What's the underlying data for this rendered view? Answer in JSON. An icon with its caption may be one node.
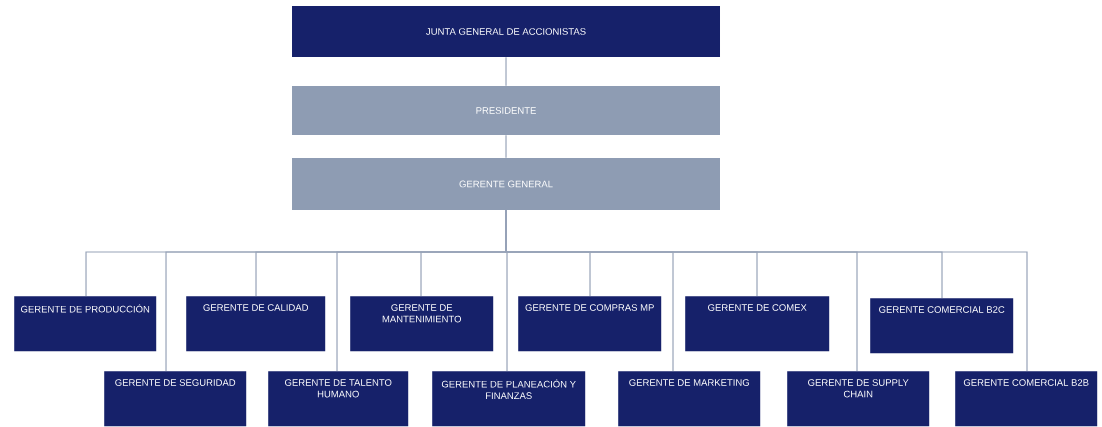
{
  "diagram": {
    "nodes": [
      {
        "text": [
          "JUNTA GENERAL DE ACCIONISTAS"
        ]
      },
      {
        "text": [
          "PRESIDENTE"
        ]
      },
      {
        "text": [
          "GERENTE GENERAL"
        ]
      },
      {
        "text": [
          "GERENTE DE PRODUCCIÓN"
        ]
      },
      {
        "text": [
          "GERENTE DE SEGURIDAD"
        ]
      },
      {
        "text": [
          "GERENTE DE CALIDAD"
        ]
      },
      {
        "text": [
          "GERENTE DE TALENTO HUMANO"
        ]
      },
      {
        "text": [
          "GERENTE DE MANTENIMIENTO"
        ]
      },
      {
        "text": [
          "GERENTE DE PLANEACIÓN Y FINANZAS"
        ]
      },
      {
        "text": [
          "GERENTE DE COMPRAS MP"
        ]
      },
      {
        "text": [
          "GERENTE DE MARKETING"
        ]
      },
      {
        "text": [
          "GERENTE DE COMEX"
        ]
      },
      {
        "text": [
          "GERENTE DE SUPPLY CHAIN"
        ]
      },
      {
        "text": [
          "GERENTE COMERCIAL B2C"
        ]
      },
      {
        "text": [
          "GERENTE COMERCIAL B2B"
        ]
      }
    ],
    "edges": [
      {
        "from": 0,
        "to": 1,
        "arrow": "none"
      },
      {
        "from": 1,
        "to": 2,
        "arrow": "none"
      },
      {
        "from": 2,
        "to": 3,
        "arrow": "none"
      },
      {
        "from": 2,
        "to": 4,
        "arrow": "none"
      },
      {
        "from": 2,
        "to": 5,
        "arrow": "none"
      },
      {
        "from": 2,
        "to": 6,
        "arrow": "none"
      },
      {
        "from": 2,
        "to": 7,
        "arrow": "none"
      },
      {
        "from": 2,
        "to": 8,
        "arrow": "none"
      },
      {
        "from": 2,
        "to": 9,
        "arrow": "none"
      },
      {
        "from": 2,
        "to": 10,
        "arrow": "none"
      },
      {
        "from": 2,
        "to": 11,
        "arrow": "none"
      },
      {
        "from": 2,
        "to": 12,
        "arrow": "none"
      },
      {
        "from": 2,
        "to": 13,
        "arrow": "none"
      },
      {
        "from": 2,
        "to": 14,
        "arrow": "none"
      }
    ]
  }
}
